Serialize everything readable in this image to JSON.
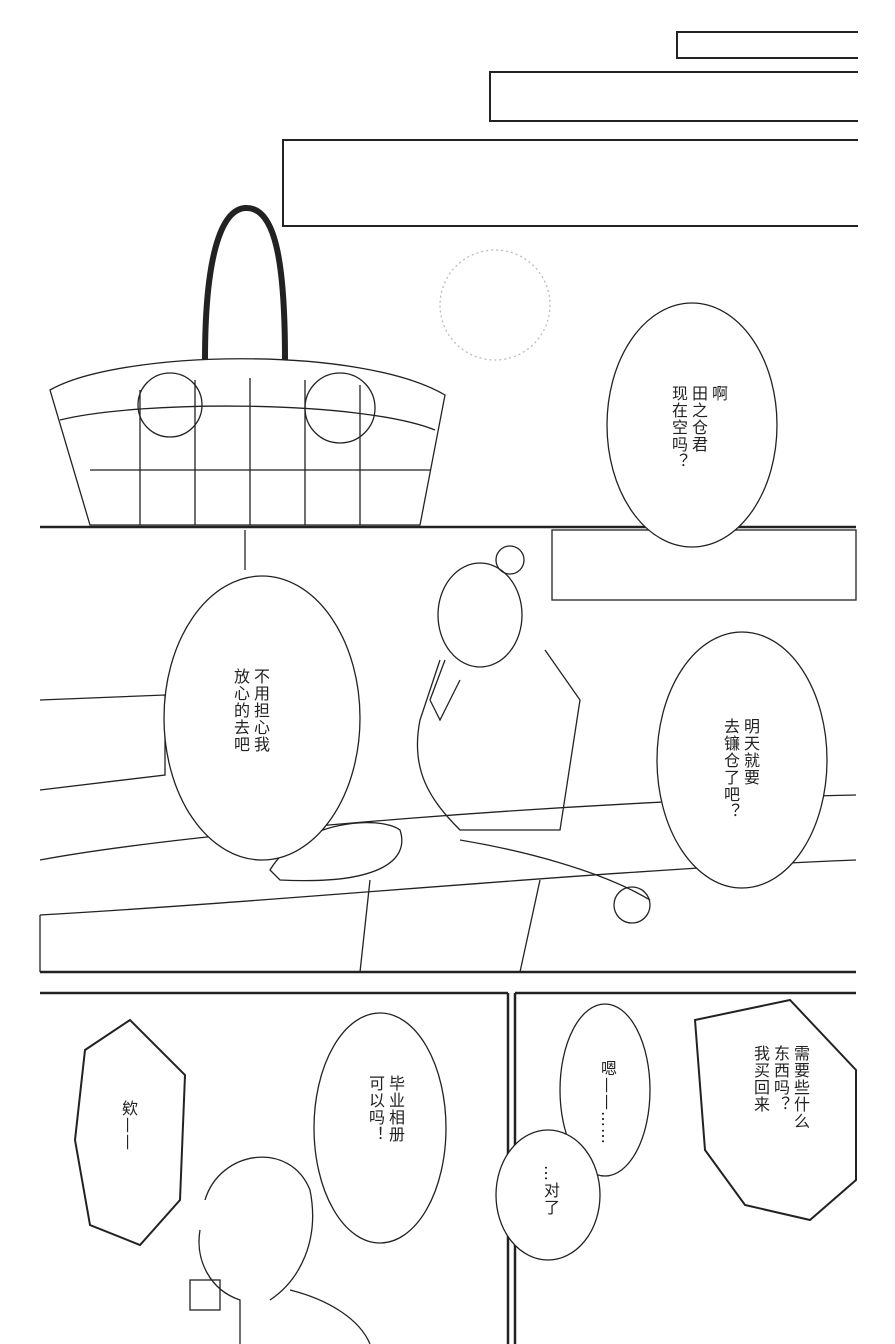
{
  "page": {
    "colors": {
      "ink": "#222222",
      "paper": "#ffffff",
      "tone": "#bbbbbb"
    },
    "bubbles": [
      {
        "id": "ah-tanokura",
        "lines": [
          "啊",
          "田之仓君",
          "现在空吗？"
        ]
      },
      {
        "id": "dont-worry",
        "lines": [
          "不用担心我",
          "放心的去吧"
        ]
      },
      {
        "id": "kamakura",
        "lines": [
          "明天就要",
          "去镰仓了吧？"
        ]
      },
      {
        "id": "eh",
        "lines": [
          "欸——"
        ]
      },
      {
        "id": "album",
        "lines": [
          "毕业相册",
          "可以吗！"
        ]
      },
      {
        "id": "hmm",
        "lines": [
          "嗯——……"
        ]
      },
      {
        "id": "oh-right",
        "lines": [
          "…对了"
        ]
      },
      {
        "id": "need-anything",
        "lines": [
          "需要些什么",
          "东西吗？",
          "我买回来"
        ]
      }
    ]
  }
}
